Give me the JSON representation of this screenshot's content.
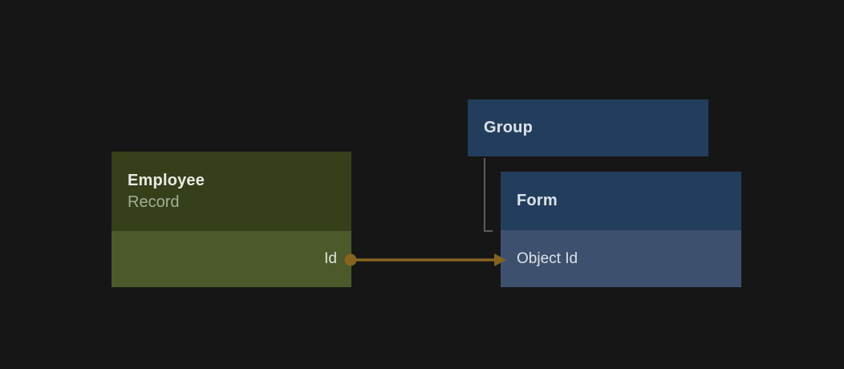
{
  "diagram": {
    "nodes": [
      {
        "id": "employee-record",
        "title": "Employee",
        "subtitle": "Record",
        "fields": [
          {
            "label": "Id",
            "align": "right",
            "port": "output"
          }
        ]
      },
      {
        "id": "group",
        "title": "Group",
        "subtitle": "",
        "fields": []
      },
      {
        "id": "form",
        "title": "Form",
        "subtitle": "",
        "fields": [
          {
            "label": "Object Id",
            "align": "left",
            "port": "input"
          }
        ]
      }
    ],
    "connections": [
      {
        "type": "mapping-arrow",
        "from": "employee-record.Id",
        "to": "form.Object Id"
      },
      {
        "type": "hierarchy-elbow",
        "from": "group",
        "to": "form"
      }
    ]
  },
  "colors": {
    "canvas_bg": "#161616",
    "employee_header_bg": "#35401b",
    "employee_body_bg": "#4c592a",
    "employee_title_color": "#e8eae4",
    "employee_subtitle_color": "#a4ad94",
    "blue_header_bg": "#233e5c",
    "form_body_bg": "#3d516e",
    "blue_title_color": "#dde3ea",
    "field_text_color": "#e3e5de",
    "field_text_color2": "#dde2e8",
    "arrow_color": "#84641f",
    "elbow_color": "#5c5c5c"
  }
}
